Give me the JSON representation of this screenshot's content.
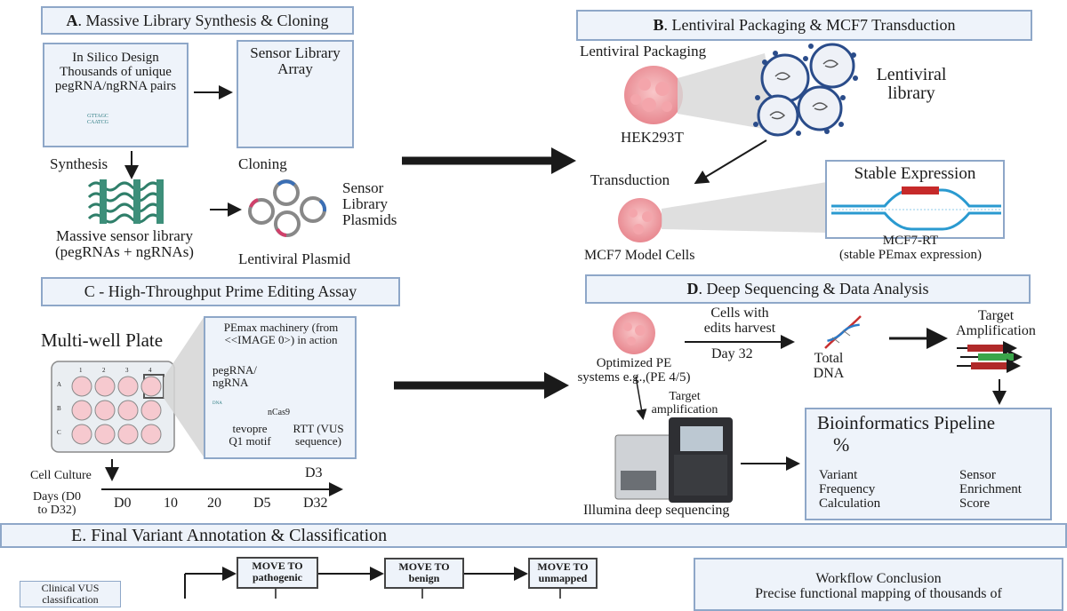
{
  "panel_a": {
    "title_letter": "A",
    "title_rest": ". Massive Library Synthesis & Cloning",
    "design_text": "In Silico Design\nThousands of unique\npegRNA/ngRNA pairs",
    "seq_top": "GTTAGC",
    "seq_bottom": "CAATCG",
    "array_label": "Sensor Library\nArray",
    "synthesis": "Synthesis",
    "cloning": "Cloning",
    "library_label": "Massive sensor library\n(pegRNAs + ngRNAs)",
    "plasmids_label": "Sensor\nLibrary\nPlasmids",
    "lentiviral_plasmid": "Lentiviral Plasmid"
  },
  "panel_b": {
    "title_letter": "B",
    "title_rest": ". Lentiviral Packaging & MCF7 Transduction",
    "packaging": "Lentiviral Packaging",
    "hek": "HEK293T",
    "library": "Lentiviral\nlibrary",
    "transduction": "Transduction",
    "stable": "Stable Expression",
    "mcf7_cells": "MCF7 Model Cells",
    "mcf7_rt": "MCF7-RT\n(stable PEmax expression)"
  },
  "panel_c": {
    "title": "C - High-Throughput Prime Editing Assay",
    "plate_label": "Multi-well Plate",
    "col_labels": [
      "1",
      "2",
      "3",
      "4"
    ],
    "row_labels": [
      "A",
      "B",
      "C"
    ],
    "pemax": "PEmax machinery (from\n<<IMAGE 0>) in action",
    "pegrna": "pegRNA/\nngRNA",
    "dna_tag": "DNA",
    "ncas9": "nCas9",
    "tevopre": "tevopre\nQ1 motif",
    "rtt": "RTT (VUS\nsequence)",
    "cell_culture": "Cell Culture",
    "days_label": "Days (D0\nto D32)",
    "d3": "D3",
    "ticks": [
      "D0",
      "10",
      "20",
      "D5",
      "D32"
    ]
  },
  "panel_d": {
    "title_letter": "D",
    "title_rest": ". Deep Sequencing & Data Analysis",
    "cells_harvest": "Cells with\nedits harvest",
    "day32": "Day 32",
    "total_dna": "Total\nDNA",
    "target_amp": "Target\nAmplification",
    "optimized": "Optimized PE\nsystems e.g.,(PE 4/5)",
    "target_amp2": "Target\namplification",
    "illumina": "Illumina deep sequencing",
    "pipeline_title": "Bioinformatics Pipeline",
    "percent_symbol": "%",
    "variant_freq": "Variant\nFrequency\nCalculation",
    "sensor_enrich": "Sensor\nEnrichment\nScore"
  },
  "panel_e": {
    "title": "E. Final Variant Annotation & Classification",
    "clinical": "Clinical VUS\nclassification",
    "move_pathogenic": "MOVE TO\npathogenic",
    "move_benign": "MOVE\nTO benign",
    "move_unmapped": "MOVE TO\nunmapped",
    "conclusion": "Workflow Conclusion\nPrecise functional mapping of thousands of"
  }
}
